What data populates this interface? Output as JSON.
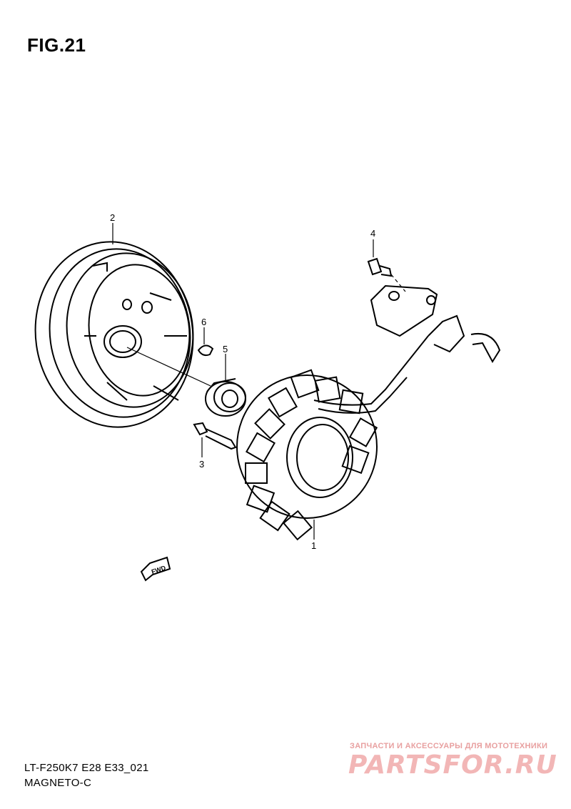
{
  "figure": {
    "title": "FIG.21"
  },
  "callouts": {
    "stator": "1",
    "rotor": "2",
    "rotor_bolt": "3",
    "pickup_screw": "4",
    "rotor_nut": "5",
    "key": "6"
  },
  "direction_badge": "FWD",
  "footer": {
    "code": "LT-F250K7 E28 E33_021",
    "name": "MAGNETO-C"
  },
  "watermark": {
    "tagline": "ЗАПЧАСТИ И АКСЕССУАРЫ ДЛЯ МОТОТЕХНИКИ",
    "logo": "PARTSFOR.RU"
  },
  "colors": {
    "line": "#000000",
    "watermark": "#f2b6b6"
  }
}
